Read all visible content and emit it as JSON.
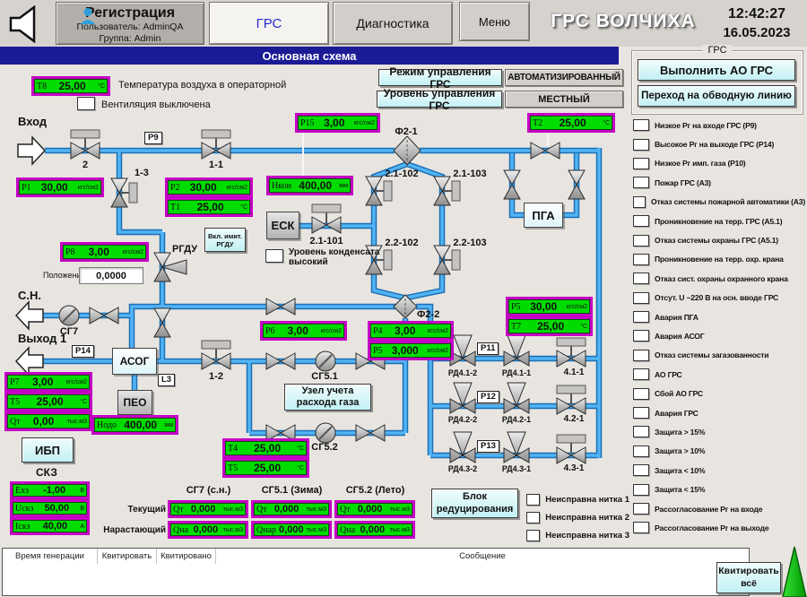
{
  "top_bar": {
    "registration": {
      "title": "Регистрация",
      "user": "Пользователь: AdminQA",
      "group": "Группа: Admin"
    },
    "tab_grs": "ГРС",
    "tab_diag": "Диагностика",
    "menu": "Меню",
    "station_title": "ГРС ВОЛЧИХА",
    "time": "12:42:27",
    "date": "16.05.2023"
  },
  "subtitle": "Основная схема",
  "mode": {
    "mode_btn": "Режим управления ГРС",
    "mode_val": "АВТОМАТИЗИРОВАННЫЙ",
    "level_btn": "Уровень управления ГРС",
    "level_val": "МЕСТНЫЙ"
  },
  "right_panel": {
    "group": "ГРС",
    "ao_btn": "Выполнить АО ГРС",
    "bypass_btn": "Переход на обводную линию",
    "alarms": [
      "Низкое Рг на входе ГРС (Р9)",
      "Высокое Рг на выходе ГРС (Р14)",
      "Низкое Рг имп. газа (Р10)",
      "Пожар ГРС (А3)",
      "Отказ системы пожарной автоматики (А3)",
      "Проникновение на терр. ГРС (А5.1)",
      "Отказ системы охраны ГРС (А5.1)",
      "Проникновение на терр. охр. крана",
      "Отказ сист. охраны охранного крана",
      "Отсут. U ~220 В на осн. вводе ГРС",
      "Авария ПГА",
      "Авария АСОГ",
      "Отказ системы загазованности",
      "АО ГРС",
      "Сбой АО ГРС",
      "Авария ГРС",
      "Защита > 15%",
      "Защита > 10%",
      "Защита < 10%",
      "Защита < 15%",
      "Рассогласование Рг на входе",
      "Рассогласование Рг на выходе"
    ]
  },
  "schema": {
    "inlet": "Вход",
    "own_needs": "С.Н.",
    "outlet": "Выход 1",
    "skz": "СКЗ",
    "temp_note": "Температура воздуха в операторной",
    "vent_off": "Вентиляция выключена",
    "condensate_line1": "Уровень конденсата",
    "condensate_line2": "высокий",
    "position_label": "Положение",
    "position_value": "0,0000",
    "equipment": {
      "esk": "ЕСК",
      "pga": "ПГА",
      "asog": "АСОГ",
      "peo": "ПЕО",
      "ibp": "ИБП"
    },
    "buttons": {
      "rgdu_sim": "Вкл. имит. РГДУ",
      "metering_line1": "Узел учета",
      "metering_line2": "расхода газа",
      "reduction_line1": "Блок",
      "reduction_line2": "редуцирования"
    },
    "valves": {
      "v2": "2",
      "v1_1": "1-1",
      "v1_3": "1-3",
      "v1_2": "1-2",
      "rgdu": "РГДУ",
      "f2_1": "Ф2-1",
      "f2_2": "Ф2-2",
      "k2_1_101": "2.1-101",
      "k2_1_102": "2.1-102",
      "k2_1_103": "2.1-103",
      "k2_2_102": "2.2-102",
      "k2_2_103": "2.2-103",
      "sg7": "СГ7",
      "sg5_1": "СГ5.1",
      "sg5_2": "СГ5.2",
      "rd4_1_2": "РД4.1-2",
      "rd4_1_1": "РД4.1-1",
      "v4_1_1": "4.1-1",
      "rd4_2_2": "РД4.2-2",
      "rd4_2_1": "РД4.2-1",
      "v4_2_1": "4.2-1",
      "rd4_3_2": "РД4.3-2",
      "rd4_3_1": "РД4.3-1",
      "v4_3_1": "4.3-1"
    },
    "tags": {
      "p9": "Р9",
      "p14": "Р14",
      "p11": "Р11",
      "p12": "Р12",
      "p13": "Р13",
      "l3": "L3"
    },
    "line_faults": [
      "Неисправна нитка 1",
      "Неисправна нитка 2",
      "Неисправна нитка 3"
    ]
  },
  "displays": [
    {
      "label": "Т8",
      "value": "25,00",
      "unit": "°C"
    },
    {
      "label": "Р1",
      "value": "30,00",
      "unit": "кгс/см2"
    },
    {
      "label": "Р2",
      "value": "30,00",
      "unit": "кгс/см2"
    },
    {
      "label": "Т1",
      "value": "25,00",
      "unit": "°C"
    },
    {
      "label": "Нкон",
      "value": "400,00",
      "unit": "мм"
    },
    {
      "label": "Р15",
      "value": "3,00",
      "unit": "кгс/см2"
    },
    {
      "label": "Т2",
      "value": "25,00",
      "unit": "°C"
    },
    {
      "label": "Р8",
      "value": "3,00",
      "unit": "кгс/см2"
    },
    {
      "label": "Р5",
      "value": "30,00",
      "unit": "кгс/см2"
    },
    {
      "label": "Т7",
      "value": "25,00",
      "unit": "°C"
    },
    {
      "label": "Р6",
      "value": "3,00",
      "unit": "кгс/см2"
    },
    {
      "label": "Р4",
      "value": "3,00",
      "unit": "кгс/см2"
    },
    {
      "label": "Р5",
      "value": "3,000",
      "unit": "кгс/см2"
    },
    {
      "label": "Р7",
      "value": "3,00",
      "unit": "кгс/см2"
    },
    {
      "label": "Т5",
      "value": "25,00",
      "unit": "°C"
    },
    {
      "label": "Qт",
      "value": "0,00",
      "unit": "тыс.м3"
    },
    {
      "label": "Нодо",
      "value": "400,00",
      "unit": "мм"
    },
    {
      "label": "Т4",
      "value": "25,00",
      "unit": "°C"
    },
    {
      "label": "Т5",
      "value": "25,00",
      "unit": "°C"
    },
    {
      "label": "Ехз",
      "value": "-1,00",
      "unit": "В"
    },
    {
      "label": "Uскз",
      "value": "50,00",
      "unit": "В"
    },
    {
      "label": "Iскз",
      "value": "40,00",
      "unit": "А"
    }
  ],
  "flow_totals": {
    "col1": "СГ7 (с.н.)",
    "col2": "СГ5.1 (Зима)",
    "col3": "СГ5.2 (Лето)",
    "row1": "Текущий",
    "row2": "Нарастающий",
    "cells": [
      {
        "label": "Qт",
        "value": "0,000",
        "unit": "тыс.м3"
      },
      {
        "label": "Qт",
        "value": "0,000",
        "unit": "тыс.м3"
      },
      {
        "label": "Qт",
        "value": "0,000",
        "unit": "тыс.м3"
      },
      {
        "label": "Qна",
        "value": "0,000",
        "unit": "тыс.м3"
      },
      {
        "label": "Qнар",
        "value": "0,000",
        "unit": "тыс.м3"
      },
      {
        "label": "Qна",
        "value": "0,000",
        "unit": "тыс.м3"
      }
    ]
  },
  "message_table": {
    "col_time": "Время генерации",
    "col_ack": "Квитировать",
    "col_acked": "Квитировано",
    "col_msg": "Сообщение",
    "ack_all_line1": "Квитировать",
    "ack_all_line2": "всё"
  },
  "colors": {
    "display_green": "#00dc00",
    "display_border": "#c400c4",
    "pipe_blue": "#52b4f4",
    "title_blue": "#1b1b96",
    "button_cyan": "#c2f0f4",
    "alarm_tree_green": "#00c800"
  }
}
